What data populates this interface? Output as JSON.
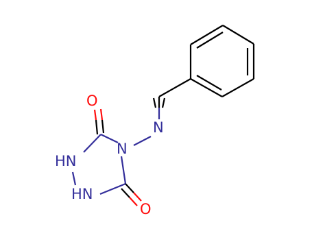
{
  "colors": {
    "carbon_bond": "#000000",
    "nitrogen": "#332e9a",
    "oxygen": "#ff0d0d",
    "background": "#ffffff"
  },
  "labels": {
    "o_top": "O",
    "o_bottom": "O",
    "n_imine": "N",
    "n_ring": "N",
    "nh_top": "HN",
    "nh_bottom": "HN"
  }
}
